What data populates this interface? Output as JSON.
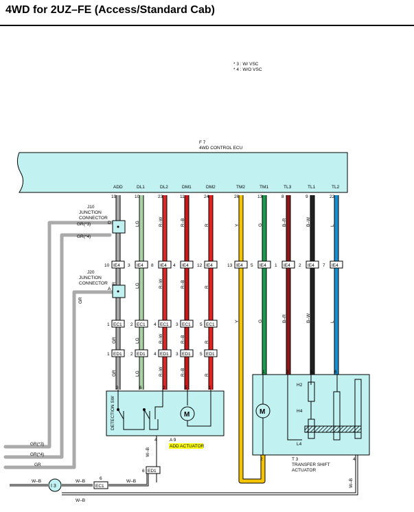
{
  "header": {
    "title": "4WD for 2UZ–FE (Access/Standard Cab)"
  },
  "notes": [
    "* 3 : W/ VSC",
    "* 4 : W/O VSC"
  ],
  "ecu": {
    "ref": "F 7",
    "name": "4WD CONTROL ECU"
  },
  "ecu_terminals": [
    {
      "label": "ADD",
      "pin": "19",
      "color": "GR",
      "hex": "#aaaaaa",
      "ie4": "10",
      "ec1": "1",
      "ed1": "1",
      "end": "3"
    },
    {
      "label": "DL1",
      "pin": "10",
      "color": "LG",
      "hex": "#a9d3a4",
      "ie4": "3",
      "ec1": "2",
      "ed1": "2",
      "end": "6"
    },
    {
      "label": "DL2",
      "pin": "23",
      "color": "R–W",
      "hex": "#d42a2a",
      "ie4": "8",
      "ec1": "4",
      "ed1": "4",
      "end": "2"
    },
    {
      "label": "DM1",
      "pin": "11",
      "color": "R–B",
      "hex": "#c41a1a",
      "ie4": "4",
      "ec1": "3",
      "ed1": "3",
      "end": "5"
    },
    {
      "label": "DM2",
      "pin": "24",
      "color": "R",
      "hex": "#e32020",
      "ie4": "12",
      "ec1": "5",
      "ed1": "5",
      "end": "1"
    },
    {
      "label": "TM2",
      "pin": "26",
      "color": "Y",
      "hex": "#f5c400",
      "ie4": "13"
    },
    {
      "label": "TM1",
      "pin": "13",
      "color": "G",
      "hex": "#1a9a4a",
      "ie4": "5",
      "end": "1"
    },
    {
      "label": "TL3",
      "pin": "8",
      "color": "B–R",
      "hex": "#8a1a1a",
      "ie4": "1",
      "end": "3"
    },
    {
      "label": "TL1",
      "pin": "9",
      "color": "B–W",
      "hex": "#222222",
      "ie4": "2",
      "end": "5"
    },
    {
      "label": "TL2",
      "pin": "22",
      "color": "L",
      "hex": "#1a8fd0",
      "ie4": "7",
      "end": "6"
    }
  ],
  "connectors": {
    "ie4": "IE4",
    "ec1": "EC1",
    "ed1": "ED1"
  },
  "j10": {
    "lines": [
      "J10",
      "JUNCTION",
      "CONNECTOR"
    ],
    "pin_d": "D",
    "gr3": "GR(*3)",
    "gr4": "GR(*4)"
  },
  "j20": {
    "lines": [
      "J20",
      "JUNCTION",
      "CONNECTOR"
    ],
    "pin_a": "A",
    "wire": "GR"
  },
  "actuator": {
    "ref": "A 9",
    "name": "ADD ACTUATOR",
    "sw": "DETECTION SW",
    "pin4": "4",
    "wire": "W–B"
  },
  "transfer": {
    "ref": "T 3",
    "name_lines": [
      "TRANSFER SHIFT",
      "ACTUATOR"
    ],
    "h2": "H2",
    "h4": "H4",
    "l4": "L4",
    "pin2": "2",
    "pin4": "4",
    "wire": "W–B"
  },
  "left_wires": {
    "gr3": "GR(*3)",
    "gr4": "GR(*4)",
    "gr": "GR",
    "wb": "W–B"
  },
  "ground": {
    "ref": "I 3",
    "ec1_pin": "6",
    "ed1_pin": "6",
    "wb": "W–B"
  }
}
